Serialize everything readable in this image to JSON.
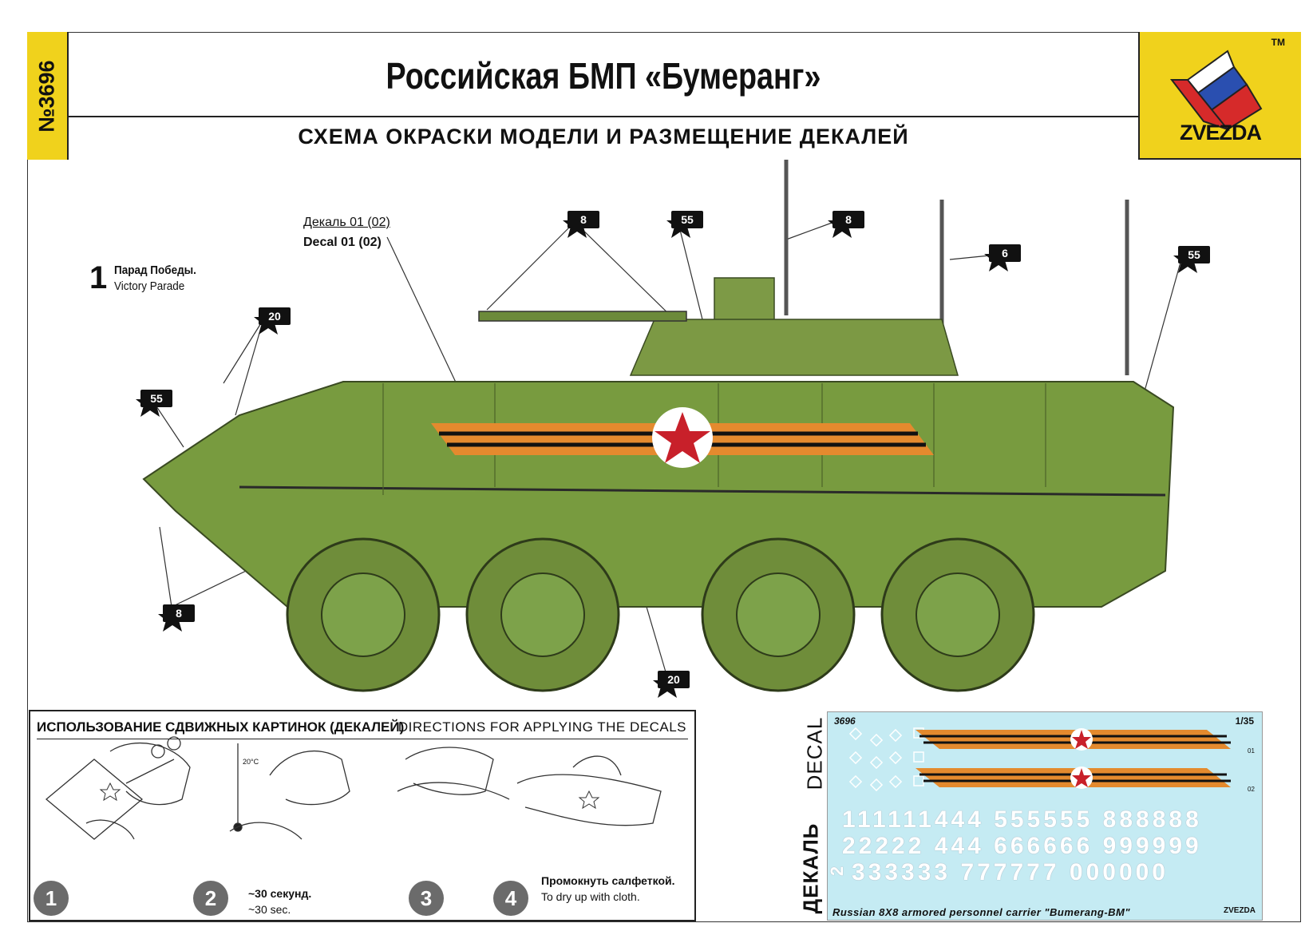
{
  "header": {
    "catalog_number": "№3696",
    "title": "Российская БМП «Бумеранг»",
    "subtitle": "СХЕМА ОКРАСКИ МОДЕЛИ И РАЗМЕЩЕНИЕ ДЕКАЛЕЙ",
    "logo_brand": "ZVEZDA",
    "logo_tm": "TM"
  },
  "scheme": {
    "number": "1",
    "name_ru": "Парад Победы.",
    "name_en": "Victory Parade"
  },
  "decal_label": {
    "ru": "Декаль 01 (02)",
    "en": "Decal 01 (02)"
  },
  "callouts": [
    "8",
    "55",
    "8",
    "6",
    "55",
    "20",
    "55",
    "8",
    "20"
  ],
  "directions": {
    "title_ru": "ИСПОЛЬЗОВАНИЕ СДВИЖНЫХ КАРТИНОК (ДЕКАЛЕЙ)",
    "title_en": "DIRECTIONS  FOR APPLYING THE DECALS",
    "steps": [
      {
        "number": "1",
        "ru": "",
        "en": ""
      },
      {
        "number": "2",
        "ru": "~30 секунд.",
        "en": "~30 sec."
      },
      {
        "number": "3",
        "ru": "",
        "en": ""
      },
      {
        "number": "4",
        "ru": "Промокнуть салфеткой.",
        "en": "To dry up with cloth."
      }
    ],
    "thermometer_label": "20°C"
  },
  "decal_sheet": {
    "side_en": "DECAL",
    "side_ru": "ДЕКАЛЬ",
    "code": "3696",
    "scale": "1/35",
    "stripe_tags": [
      "01",
      "02"
    ],
    "rows": [
      "111111444 555555 888888",
      "22222 444 666666 999999",
      "333333 777777 000000"
    ],
    "row_prefix": "2",
    "caption": "Russian  8X8  armored  personnel  carrier  \"Bumerang-BM\"",
    "brand": "ZVEZDA"
  },
  "colors": {
    "accent_yellow": "#f0d21c",
    "hull_green": "#7a9a3e",
    "stripe_orange": "#e48a2e",
    "decal_sheet_bg": "#c5ebf3",
    "star_red": "#c8202a"
  }
}
